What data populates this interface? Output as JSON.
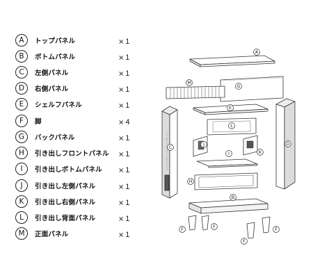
{
  "parts": [
    {
      "letter": "A",
      "name": "トップパネル",
      "qty": "×１"
    },
    {
      "letter": "B",
      "name": "ボトムパネル",
      "qty": "×１"
    },
    {
      "letter": "C",
      "name": "左側パネル",
      "qty": "×１"
    },
    {
      "letter": "D",
      "name": "右側パネル",
      "qty": "×１"
    },
    {
      "letter": "E",
      "name": "シェルフパネル",
      "qty": "×１"
    },
    {
      "letter": "F",
      "name": "脚",
      "qty": "×４"
    },
    {
      "letter": "G",
      "name": "バックパネル",
      "qty": "×１"
    },
    {
      "letter": "H",
      "name": "引き出しフロントパネル",
      "qty": "×１"
    },
    {
      "letter": "I",
      "name": "引き出しボトムパネル",
      "qty": "×１"
    },
    {
      "letter": "J",
      "name": "引き出し左側パネル",
      "qty": "×１"
    },
    {
      "letter": "K",
      "name": "引き出し右側パネル",
      "qty": "×１"
    },
    {
      "letter": "L",
      "name": "引き出し背面パネル",
      "qty": "×１"
    },
    {
      "letter": "M",
      "name": "正面パネル",
      "qty": "×１"
    }
  ],
  "diagram_labels": {
    "A": "A",
    "B": "B",
    "C": "C",
    "D": "D",
    "E": "E",
    "F1": "F",
    "F2": "F",
    "F3": "F",
    "F4": "F",
    "G": "G",
    "H": "H",
    "I": "I",
    "J": "J",
    "K": "K",
    "L": "L",
    "M": "M"
  }
}
